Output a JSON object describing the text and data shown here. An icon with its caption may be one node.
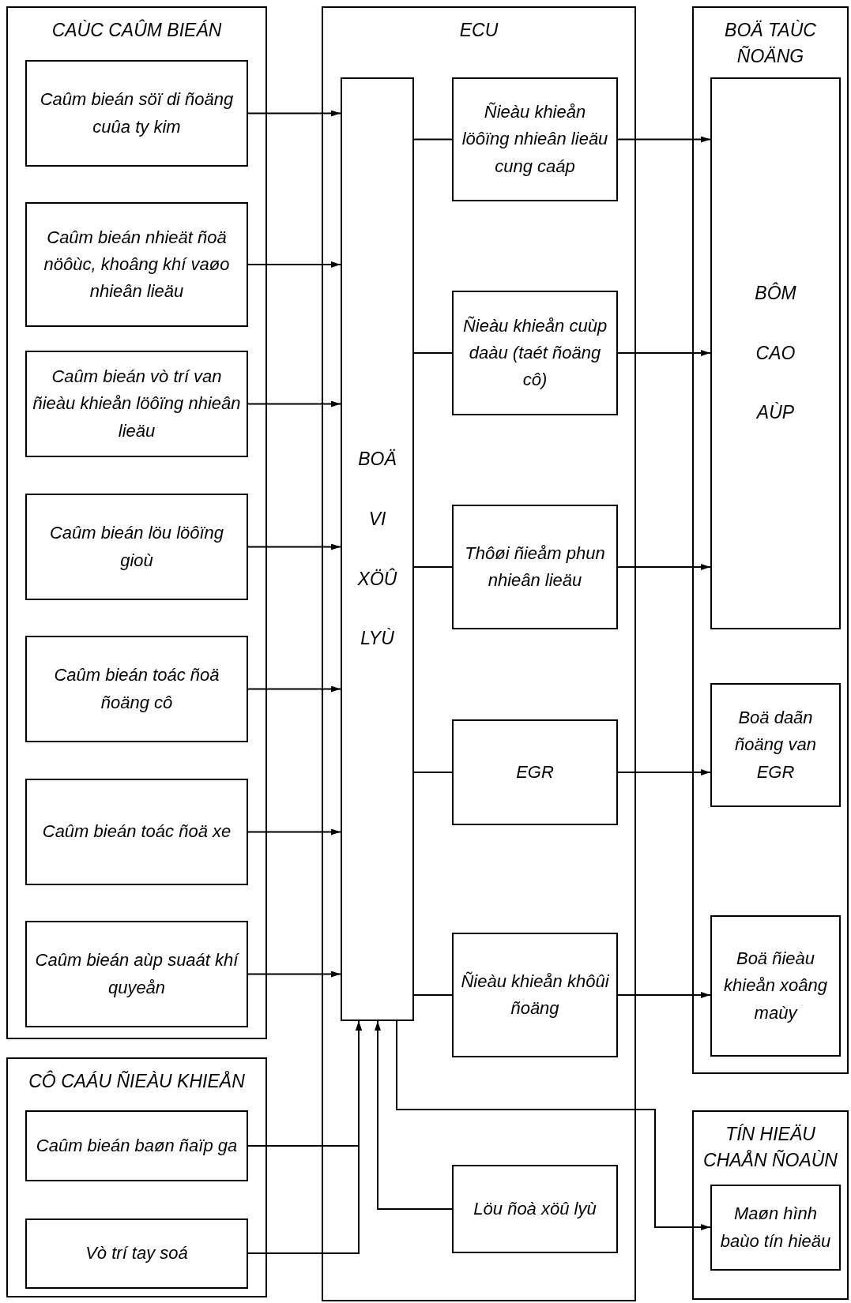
{
  "diagram": {
    "nodes": [
      {
        "text": [
          "CAÙC CAÛM BIEÁN"
        ]
      },
      {
        "text": [
          "Caûm bieán söï di ñoäng cuûa ty kim"
        ],
        "in": 0
      },
      {
        "text": [
          "Caûm bieán nhieät ñoä nöôùc, khoâng khí vaøo nhieân lieäu"
        ],
        "in": 0
      },
      {
        "text": [
          "Caûm bieán vò trí van ñieàu khieån löôïng nhieân lieäu"
        ],
        "in": 0
      },
      {
        "text": [
          "Caûm bieán löu löôïng gioù"
        ],
        "in": 0
      },
      {
        "text": [
          "Caûm bieán toác ñoä ñoäng cô"
        ],
        "in": 0
      },
      {
        "text": [
          "Caûm bieán toác ñoä xe"
        ],
        "in": 0
      },
      {
        "text": [
          "Caûm bieán aùp suaát khí quyeån"
        ],
        "in": 0
      },
      {
        "text": [
          "CÔ CAÁU ÑIEÀU KHIEÅN"
        ]
      },
      {
        "text": [
          "Caûm bieán baøn ñaïp ga"
        ],
        "in": 8
      },
      {
        "text": [
          "Vò trí tay soá"
        ],
        "in": 8
      },
      {
        "text": [
          "ECU"
        ]
      },
      {
        "text": [
          "BOÄ VI XÖÛ LYÙ"
        ],
        "in": 11
      },
      {
        "text": [
          "Ñieàu khieån löôïng nhieân lieäu cung caáp"
        ],
        "in": 11
      },
      {
        "text": [
          "Ñieàu khieån cuùp daàu (taét ñoäng cô)"
        ],
        "in": 11
      },
      {
        "text": [
          "Thôøi ñieåm phun nhieân lieäu"
        ],
        "in": 11
      },
      {
        "text": [
          "EGR"
        ],
        "in": 11
      },
      {
        "text": [
          "Ñieàu khieån khôûi ñoäng"
        ],
        "in": 11
      },
      {
        "text": [
          "Löu ñoà xöû lyù"
        ],
        "in": 11
      },
      {
        "text": [
          "BOÄ TAÙC ÑOÄNG"
        ]
      },
      {
        "text": [
          "BÔM CAO AÙP"
        ],
        "in": 19
      },
      {
        "text": [
          "Boä daãn ñoäng van EGR"
        ],
        "in": 19
      },
      {
        "text": [
          "Boä ñieàu khieån xoâng maùy"
        ],
        "in": 19
      },
      {
        "text": [
          "TÍN HIEÄU CHAÅN ÑOAÙN"
        ]
      },
      {
        "text": [
          "Maøn hình baùo tín hieäu"
        ],
        "in": 23
      }
    ],
    "edges": [
      {
        "from": 1,
        "to": 12,
        "arrow": "to"
      },
      {
        "from": 2,
        "to": 12,
        "arrow": "to"
      },
      {
        "from": 3,
        "to": 12,
        "arrow": "to"
      },
      {
        "from": 4,
        "to": 12,
        "arrow": "to"
      },
      {
        "from": 5,
        "to": 12,
        "arrow": "to"
      },
      {
        "from": 6,
        "to": 12,
        "arrow": "to"
      },
      {
        "from": 7,
        "to": 12,
        "arrow": "to"
      },
      {
        "from": 9,
        "to": 12,
        "arrow": "to"
      },
      {
        "from": 10,
        "to": 12,
        "arrow": "to"
      },
      {
        "from": 18,
        "to": 12,
        "arrow": "to"
      },
      {
        "from": 12,
        "to": 13,
        "arrow": "none"
      },
      {
        "from": 12,
        "to": 14,
        "arrow": "none"
      },
      {
        "from": 12,
        "to": 15,
        "arrow": "none"
      },
      {
        "from": 12,
        "to": 16,
        "arrow": "none"
      },
      {
        "from": 12,
        "to": 17,
        "arrow": "none"
      },
      {
        "from": 13,
        "to": 20,
        "arrow": "to"
      },
      {
        "from": 14,
        "to": 20,
        "arrow": "to"
      },
      {
        "from": 15,
        "to": 20,
        "arrow": "to"
      },
      {
        "from": 16,
        "to": 21,
        "arrow": "to"
      },
      {
        "from": 17,
        "to": 22,
        "arrow": "to"
      },
      {
        "from": 12,
        "to": 24,
        "arrow": "to"
      }
    ]
  }
}
